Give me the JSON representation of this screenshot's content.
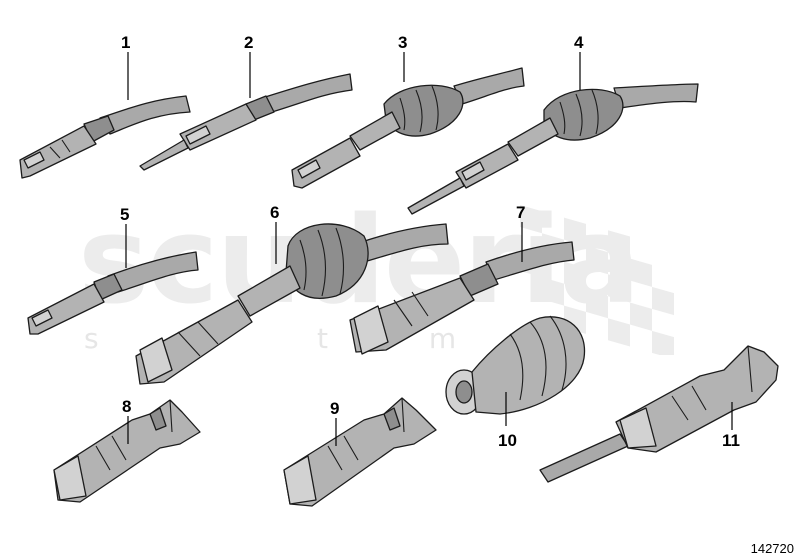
{
  "watermark": {
    "brand": "scuderia",
    "tagline": "s y t m s"
  },
  "callouts": [
    "1",
    "2",
    "3",
    "4",
    "5",
    "6",
    "7",
    "8",
    "9",
    "10",
    "11"
  ],
  "figure_id": "142720",
  "colors": {
    "part_fill": "#b3b3b3",
    "part_dark": "#8e8e8e",
    "outline": "#1c1c1c",
    "watermark": "#ececec"
  }
}
